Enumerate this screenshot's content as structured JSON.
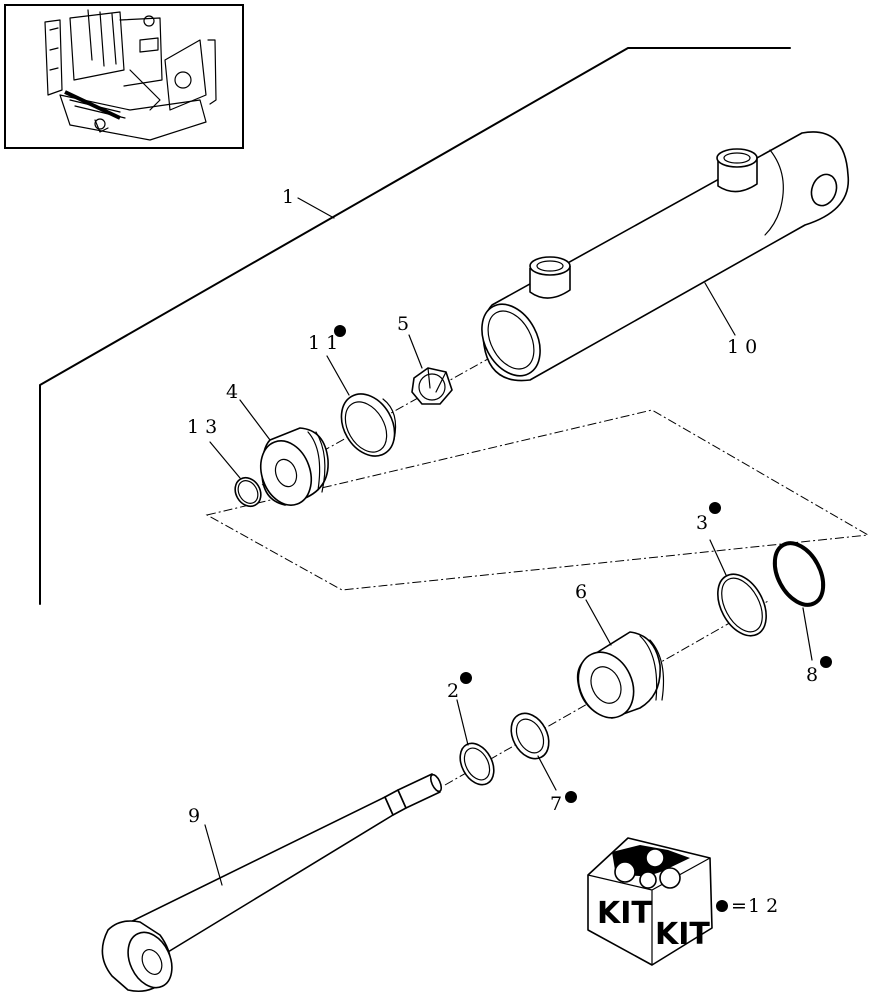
{
  "callouts": [
    {
      "id": "c1",
      "text": "1"
    },
    {
      "id": "c2",
      "text": "2"
    },
    {
      "id": "c3",
      "text": "3"
    },
    {
      "id": "c4",
      "text": "4"
    },
    {
      "id": "c5",
      "text": "5"
    },
    {
      "id": "c6",
      "text": "6"
    },
    {
      "id": "c7",
      "text": "7"
    },
    {
      "id": "c8",
      "text": "8"
    },
    {
      "id": "c9",
      "text": "9"
    },
    {
      "id": "c10",
      "text": "10"
    },
    {
      "id": "c11",
      "text": "11"
    },
    {
      "id": "c13",
      "text": "13"
    }
  ],
  "kit": {
    "box_label_left": "KIT",
    "box_label_right": "KIT",
    "legend_equals": "=",
    "legend_number": "12"
  }
}
